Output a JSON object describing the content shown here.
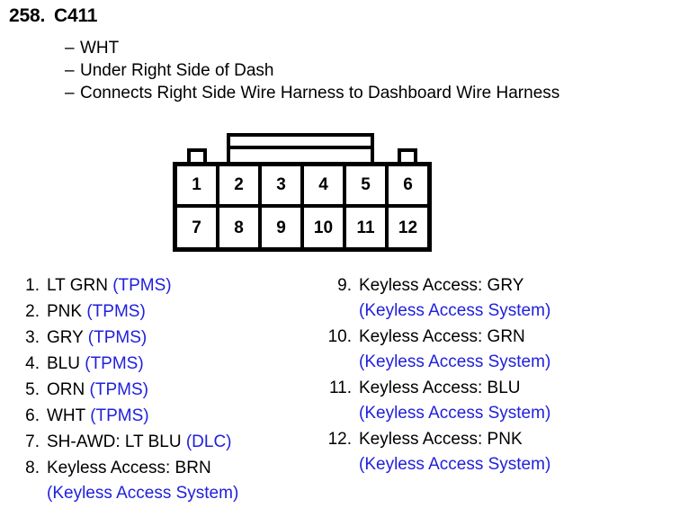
{
  "header": {
    "number": "258.",
    "connector_id": "C411",
    "details": [
      {
        "dash": "–",
        "text": "WHT"
      },
      {
        "dash": "–",
        "text": "Under Right Side of Dash"
      },
      {
        "dash": "–",
        "text": "Connects Right Side Wire Harness to Dashboard Wire Harness"
      }
    ]
  },
  "connector": {
    "rows": [
      {
        "cells": [
          "1",
          "2",
          "3",
          "4",
          "5",
          "6"
        ]
      },
      {
        "cells": [
          "7",
          "8",
          "9",
          "10",
          "11",
          "12"
        ]
      }
    ]
  },
  "colors": {
    "system_blue": "#2020dd",
    "ink": "#000000",
    "background": "#ffffff"
  },
  "pins": {
    "left": [
      {
        "num": "1.",
        "wire": "LT GRN",
        "system": "(TPMS)",
        "wrapped": false
      },
      {
        "num": "2.",
        "wire": "PNK",
        "system": "(TPMS)",
        "wrapped": false
      },
      {
        "num": "3.",
        "wire": "GRY",
        "system": "(TPMS)",
        "wrapped": false
      },
      {
        "num": "4.",
        "wire": "BLU",
        "system": "(TPMS)",
        "wrapped": false
      },
      {
        "num": "5.",
        "wire": "ORN",
        "system": "(TPMS)",
        "wrapped": false
      },
      {
        "num": "6.",
        "wire": "WHT",
        "system": "(TPMS)",
        "wrapped": false
      },
      {
        "num": "7.",
        "wire": "SH-AWD: LT BLU",
        "system": "(DLC)",
        "wrapped": false
      },
      {
        "num": "8.",
        "wire": "Keyless Access: BRN",
        "system": "(Keyless Access System)",
        "wrapped": true
      }
    ],
    "right": [
      {
        "num": "9.",
        "wire": "Keyless Access: GRY",
        "system": "(Keyless Access System)",
        "wrapped": true
      },
      {
        "num": "10.",
        "wire": "Keyless Access: GRN",
        "system": "(Keyless Access System)",
        "wrapped": true
      },
      {
        "num": "11.",
        "wire": "Keyless Access: BLU",
        "system": "(Keyless Access System)",
        "wrapped": true
      },
      {
        "num": "12.",
        "wire": "Keyless Access: PNK",
        "system": "(Keyless Access System)",
        "wrapped": true
      }
    ]
  }
}
